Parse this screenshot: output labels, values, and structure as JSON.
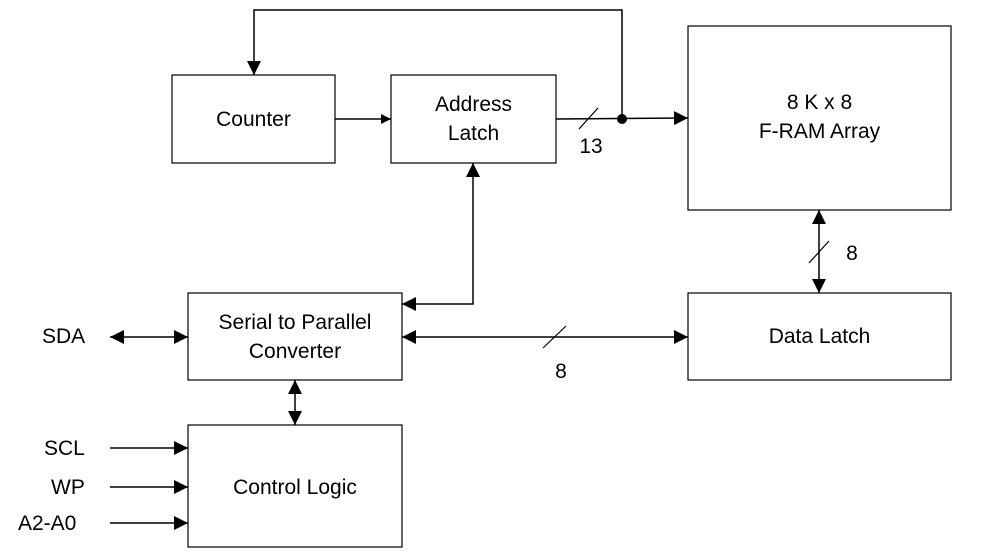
{
  "blocks": {
    "counter": {
      "line1": "Counter"
    },
    "address_latch": {
      "line1": "Address",
      "line2": "Latch"
    },
    "fram_array": {
      "line1": "8 K x 8",
      "line2": "F-RAM Array"
    },
    "data_latch": {
      "line1": "Data Latch"
    },
    "serial_parallel": {
      "line1": "Serial to Parallel",
      "line2": "Converter"
    },
    "control_logic": {
      "line1": "Control Logic"
    }
  },
  "signals": {
    "sda": "SDA",
    "scl": "SCL",
    "wp": "WP",
    "a2a0": "A2-A0"
  },
  "bus_widths": {
    "address_bus": "13",
    "array_data_bus": "8",
    "converter_data_bus": "8"
  }
}
